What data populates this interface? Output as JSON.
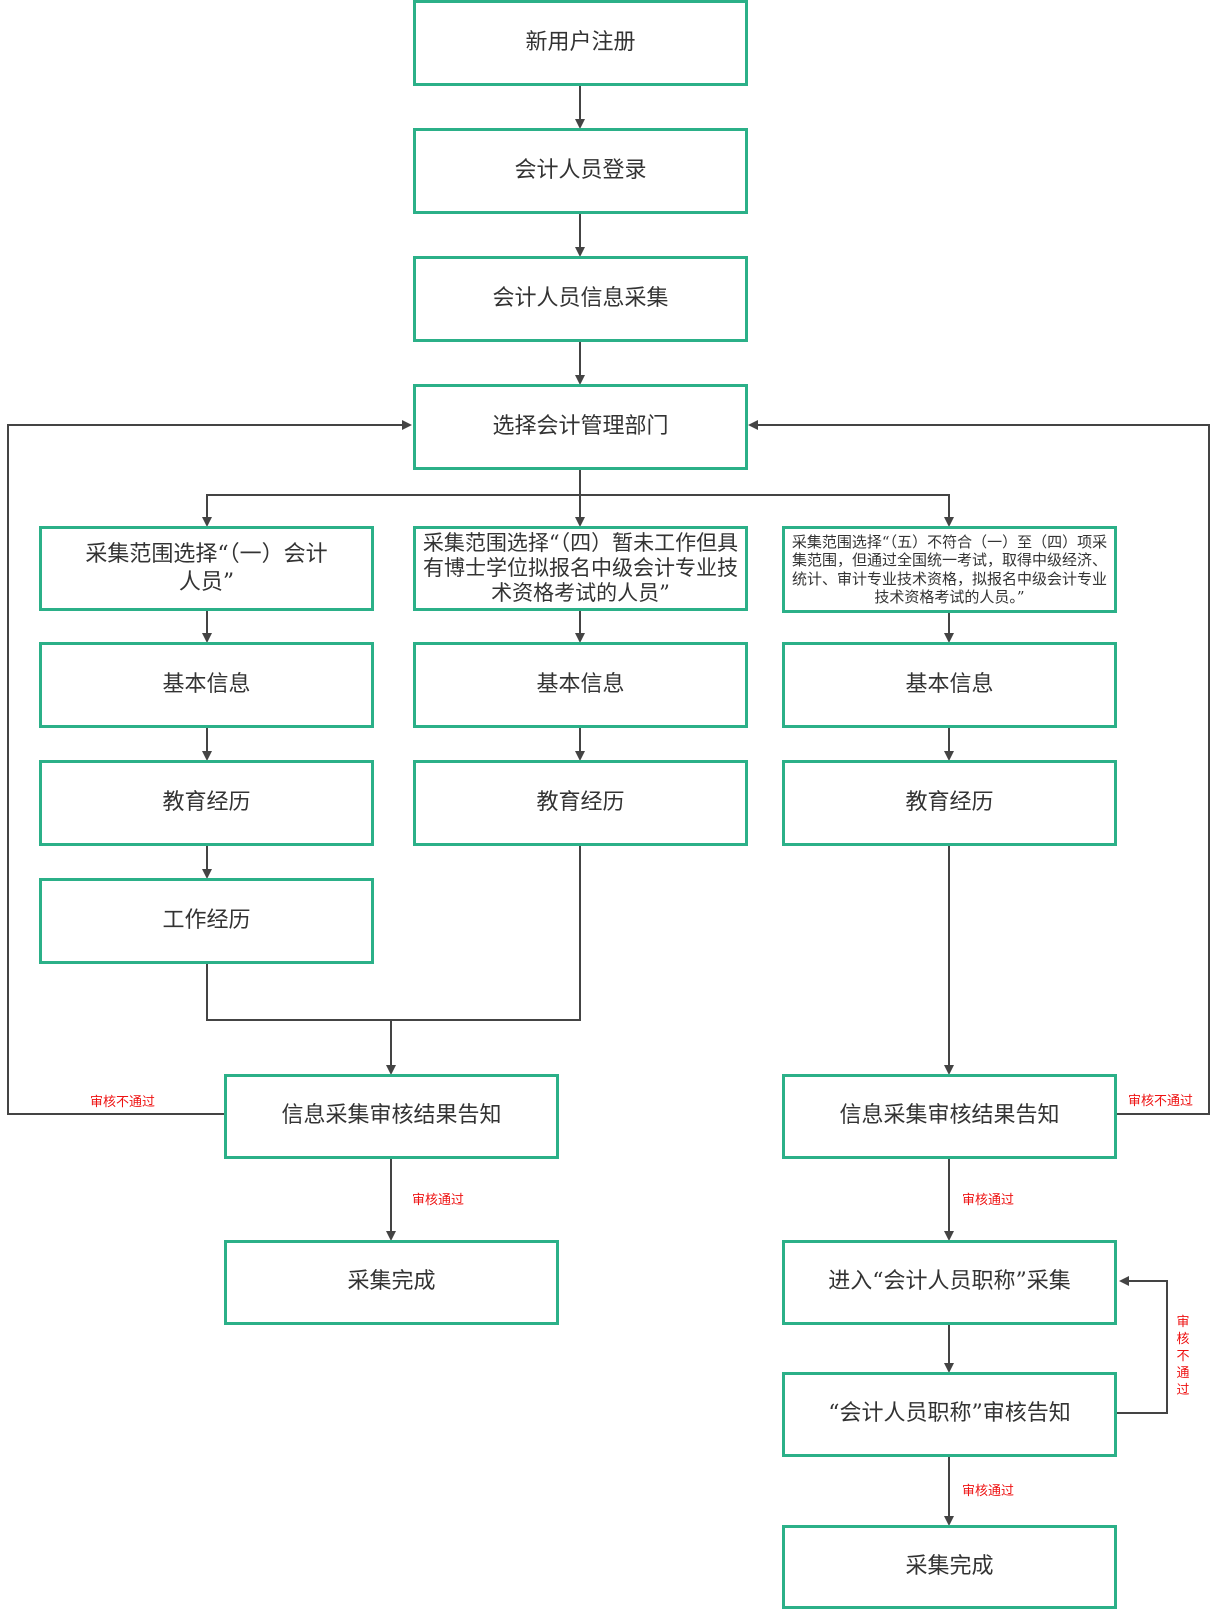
{
  "colors": {
    "box_border": "#2bb088",
    "line": "#444444",
    "label": "#ee1111"
  },
  "nodes": {
    "register": "新用户注册",
    "login": "会计人员登录",
    "info_collect": "会计人员信息采集",
    "select_dept": "选择会计管理部门",
    "scope1": "采集范围选择“（一）会计人员”",
    "scope4": "采集范围选择“（四）暂未工作但具有博士学位拟报名中级会计专业技术资格考试的人员”",
    "scope5": "采集范围选择“（五）不符合（一）至（四）项采集范围，但通过全国统一考试，取得中级经济、统计、审计专业技术资格，拟报名中级会计专业技术资格考试的人员。”",
    "basic_1": "基本信息",
    "basic_2": "基本信息",
    "basic_3": "基本信息",
    "edu_1": "教育经历",
    "edu_2": "教育经历",
    "edu_3": "教育经历",
    "work_1": "工作经历",
    "result_left": "信息采集审核结果告知",
    "result_right": "信息采集审核结果告知",
    "done_left": "采集完成",
    "enter_title": "进入“会计人员职称”采集",
    "title_review": "“会计人员职称”审核告知",
    "done_right": "采集完成"
  },
  "labels": {
    "fail_left": "审核不通过",
    "pass_left": "审核通过",
    "fail_right": "审核不通过",
    "pass_right": "审核通过",
    "fail_loop": "审核不通过",
    "pass_final": "审核通过"
  }
}
